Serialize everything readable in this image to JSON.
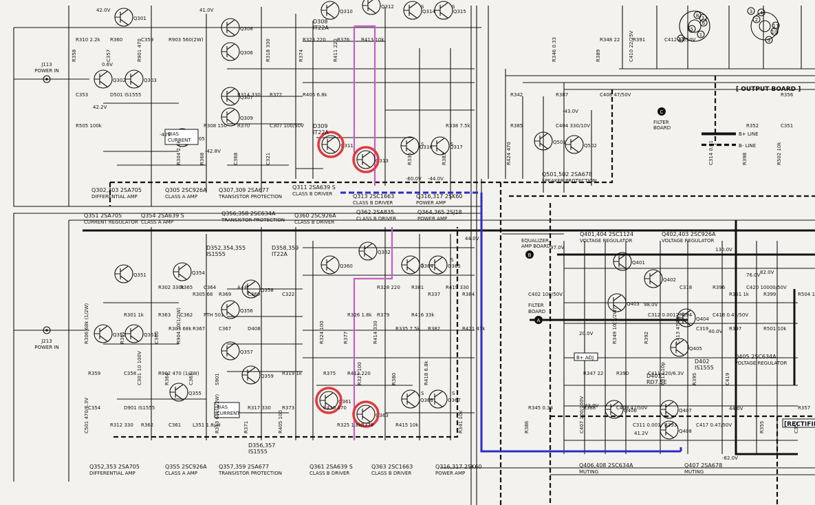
{
  "diagram": {
    "inputs": {
      "j113": [
        "J113",
        "POWER IN"
      ],
      "j213": [
        "J213",
        "POWER IN"
      ],
      "filter_board_c": [
        "FILTER",
        "BOARD"
      ],
      "filter_board_a": [
        "FILTER",
        "BOARD"
      ],
      "equalizer_amp_board": [
        "EQUALIZER",
        "AMP BOARD"
      ]
    },
    "markers": {
      "c": "C",
      "a": "A",
      "b": "B"
    },
    "legend": {
      "b_plus": "B+ LINE",
      "b_minus": "B- LINE"
    },
    "boards": {
      "output": "[ OUTPUT  BOARD ]",
      "rectifier": "[RECTIFIE"
    },
    "top_stage_labels": [
      {
        "id": "diff",
        "l1": "Q302,303  2SA705",
        "l2": "DIFFERENTIAL AMP"
      },
      {
        "id": "classa",
        "l1": "Q305  2SC926A",
        "l2": "CLASS A AMP"
      },
      {
        "id": "prot",
        "l1": "Q307,309  2SA677",
        "l2": "TRANSISTOR PROTECTION"
      },
      {
        "id": "cbd",
        "l1": "Q311  2SA639 S",
        "l2": "CLASS B DRIVER"
      },
      {
        "id": "cbd2",
        "l1": "Q313  2SC1663",
        "l2": "CLASS B DRIVER"
      },
      {
        "id": "pwr",
        "l1": "Q316,317  2SK60",
        "l2": "POWER AMP"
      }
    ],
    "mid_stage_labels": [
      {
        "id": "creg",
        "l1": "Q351  2SA705",
        "l2": "CURRENT REGULATOR"
      },
      {
        "id": "classa2",
        "l1": "Q354  2SA639 S",
        "l2": "CLASS A AMP"
      },
      {
        "id": "prot2",
        "l1": "Q356,358  2SC634A",
        "l2": "TRANSISTOR PROTECTION"
      },
      {
        "id": "cbd3",
        "l1": "Q360  2SC926A",
        "l2": "CLASS B DRIVER"
      },
      {
        "id": "cbd4",
        "l1": "Q362  2SA835",
        "l2": "CLASS B DRIVER"
      },
      {
        "id": "pwr2",
        "l1": "Q364,365  2SJ18",
        "l2": "POWER AMP"
      }
    ],
    "bottom_stage_labels": [
      {
        "id": "diff2",
        "l1": "Q352,353  2SA705",
        "l2": "DIFFERENTIAL AMP"
      },
      {
        "id": "classa3",
        "l1": "Q355  2SC926A",
        "l2": "CLASS A AMP"
      },
      {
        "id": "prot3",
        "l1": "Q357,359  2SA677",
        "l2": "TRANSISTOR PROTECTION"
      },
      {
        "id": "cbd5",
        "l1": "Q361  2SA639 S",
        "l2": "CLASS B DRIVER"
      },
      {
        "id": "cbd6",
        "l1": "Q363  2SC1663",
        "l2": "CLASS B DRIVER"
      },
      {
        "id": "pwr3",
        "l1": "Q316,317  2SK60",
        "l2": "POWER AMP"
      }
    ],
    "regulator_labels": [
      {
        "id": "vreg1",
        "l1": "Q401,404  2SC1124",
        "l2": "VOLTAGE REGULATOR"
      },
      {
        "id": "vreg2",
        "l1": "Q402,403  2SC926A",
        "l2": "VOLTAGE  REGULATOR"
      },
      {
        "id": "vreg3",
        "l1": "Q405  2SC634A",
        "l2": "VOLTAGE REGULATOR"
      },
      {
        "id": "mute1",
        "l1": "Q406,408  2SC634A",
        "l2": "MUTING"
      },
      {
        "id": "mute2",
        "l1": "Q407  2SA678",
        "l2": "MUTING"
      },
      {
        "id": "spk",
        "l1": "Q501,502  2SA678",
        "l2": "SPEAKER  PROTECTION"
      }
    ],
    "diode_labels": [
      {
        "id": "d308",
        "l1": "D308",
        "l2": "IT22A"
      },
      {
        "id": "d309",
        "l1": "D309",
        "l2": "IT22A"
      },
      {
        "id": "d358",
        "l1": "D358,359",
        "l2": "IT22A"
      },
      {
        "id": "d352",
        "l1": "D352,354,355",
        "l2": "IS1555"
      },
      {
        "id": "d356",
        "l1": "D356,357",
        "l2": "IS1555"
      },
      {
        "id": "d401",
        "l1": "D401",
        "l2": "RD7.5E"
      },
      {
        "id": "d402",
        "l1": "D402",
        "l2": "IS1555"
      }
    ],
    "bias": {
      "top": [
        "BIAS",
        "CURRENT"
      ],
      "bottom": [
        "BIAS",
        "CURRENT"
      ]
    },
    "bplus_adj": "B+ ADJ",
    "voltages": [
      "42.0V",
      "41.0V",
      "0.6V",
      "42.2V",
      "-42V",
      "-42.8V",
      "-43.0V",
      "-60.0V",
      "-44.0V",
      "44.0V",
      "97.0V",
      "130.0V",
      "76.0V",
      "82.0V",
      "98.0V",
      "40.0V",
      "20.0V",
      "41.2V",
      "43.0V",
      "44.0V",
      "-82.0V"
    ],
    "transistors": [
      "Q301",
      "Q302",
      "Q303",
      "Q305",
      "Q306",
      "Q307",
      "Q308",
      "Q309",
      "Q310",
      "Q311",
      "Q312",
      "Q313",
      "Q314",
      "Q315",
      "Q316",
      "Q317",
      "Q351",
      "Q352",
      "Q353",
      "Q354",
      "Q355",
      "Q356",
      "Q357",
      "Q358",
      "Q359",
      "Q360",
      "Q361",
      "Q362",
      "Q363",
      "Q364",
      "Q365",
      "Q366",
      "Q367",
      "Q401",
      "Q402",
      "Q403",
      "Q404",
      "Q405",
      "Q406",
      "Q407",
      "Q408",
      "Q501",
      "Q502"
    ],
    "parts": [
      "R310 2.2k",
      "R306 68k (1/2W)",
      "R312 330",
      "R301 1k",
      "C301 10 100V",
      "R302 330k",
      "R303 68k",
      "R304 2.4k",
      "R305 68",
      "R308 150",
      "R313 68k(1/2W)",
      "R314 330",
      "R317 330",
      "R318 330",
      "R319 1k",
      "R323 220",
      "R324 100",
      "R325 1.8k",
      "R326 1.8k",
      "R327 100",
      "R328 220",
      "R335 7.5k",
      "R336",
      "R337",
      "R338 7.5k",
      "R341 10k",
      "R342",
      "R345 0.33",
      "R346 0.33",
      "R347 22",
      "R348 22",
      "R349 10(1/2W)",
      "C311 0.001",
      "C312 0.001",
      "C313 10p",
      "C318",
      "C319",
      "C314 0.01",
      "R351 1k",
      "R352",
      "R355",
      "R356",
      "R357",
      "R358",
      "R359",
      "R360",
      "R361",
      "R362",
      "R363",
      "R364",
      "R365",
      "R367",
      "R368",
      "R369",
      "R370",
      "R371",
      "R372",
      "R373",
      "R374",
      "R375",
      "R376",
      "R377",
      "R378",
      "R379",
      "R380",
      "R381",
      "R382",
      "R383",
      "R384",
      "R385",
      "R386",
      "R387",
      "R388",
      "R389",
      "R390",
      "R391",
      "R392",
      "R393",
      "R394",
      "R395",
      "R396",
      "R397",
      "R398",
      "R399",
      "C351",
      "C352",
      "C353",
      "C354",
      "C357",
      "C358",
      "C359",
      "C360",
      "C361",
      "C362",
      "C363",
      "C364",
      "C367",
      "C368",
      "C369",
      "C307 100/50V",
      "R405 100",
      "R406 6.8k",
      "R410 470",
      "R411 220",
      "R412 220",
      "R413 10k",
      "R414 330",
      "R415 10k",
      "R416 33k",
      "R418 6.8k",
      "R419 330",
      "R421 47k",
      "R424 470",
      "C402 100/50V",
      "C404 330/10V",
      "C407 100/100V",
      "C408 47/50V",
      "C409 47/50V",
      "C410 22/25V",
      "C411 220/6.3V",
      "C412 47/50V",
      "C413 47/50V",
      "C417 0.47/50V",
      "C418 0.47/50V",
      "C419",
      "C420 10000/50V",
      "R501 10k",
      "R502 10k",
      "R504 10k",
      "R505 100k",
      "C501 470/6.3V",
      "D501 IS1555",
      "D901 IS1555",
      "R901 470",
      "R902 470 (1/2W)",
      "R903 560(2W)",
      "R904 10(1/2W)",
      "L351 1.8µH",
      "PTH 501",
      "S901",
      "A+B",
      "D408",
      "C321",
      "C322"
    ],
    "terminals": [
      "1",
      "2",
      "3",
      "4",
      "5",
      "6",
      "7",
      "8",
      "9",
      "10",
      "11",
      "12"
    ],
    "pins": "S"
  }
}
